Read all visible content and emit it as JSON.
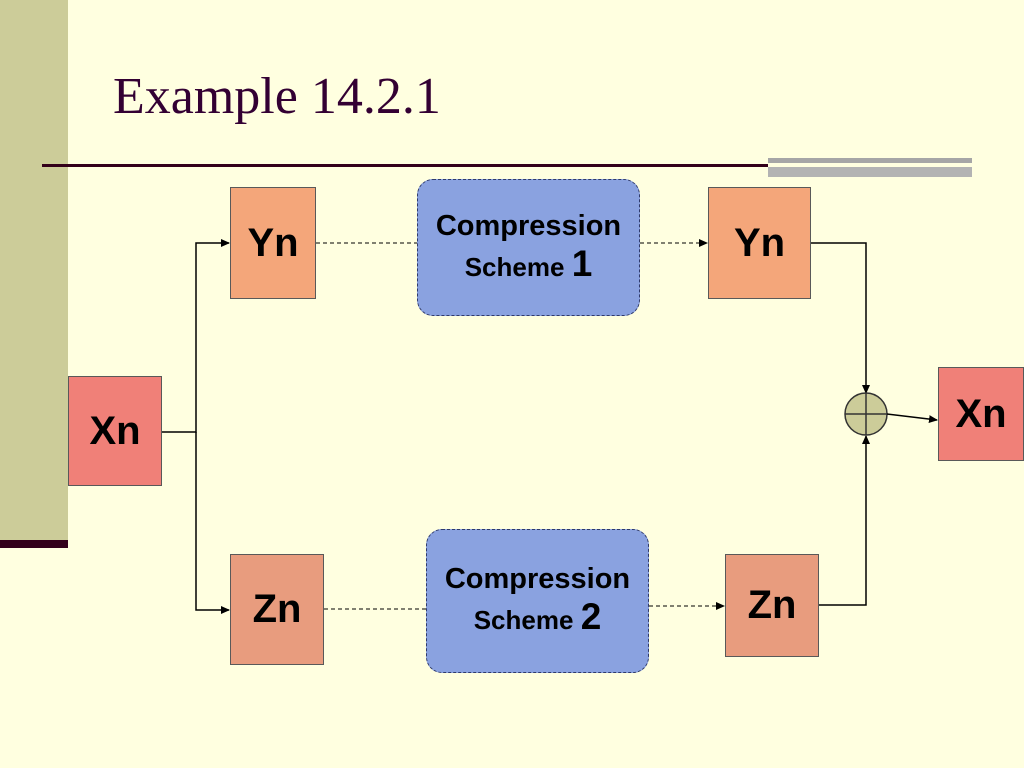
{
  "slide": {
    "title": "Example 14.2.1"
  },
  "diagram": {
    "input": "Xn",
    "output": "Xn",
    "upper_branch": {
      "signal": "Yn",
      "reconstructed": "Yn",
      "scheme_word": "Compression",
      "scheme_label": "Scheme",
      "scheme_number": "1"
    },
    "lower_branch": {
      "signal": "Zn",
      "reconstructed": "Zn",
      "scheme_word": "Compression",
      "scheme_label": "Scheme",
      "scheme_number": "2"
    },
    "adder": "summing-junction"
  },
  "colors": {
    "background": "#ffffe0",
    "left_band": "#cccc99",
    "title": "#330033",
    "signal_box": "#f4a67a",
    "input_output_box": "#f08078",
    "scheme_box": "#8aa2e0"
  }
}
